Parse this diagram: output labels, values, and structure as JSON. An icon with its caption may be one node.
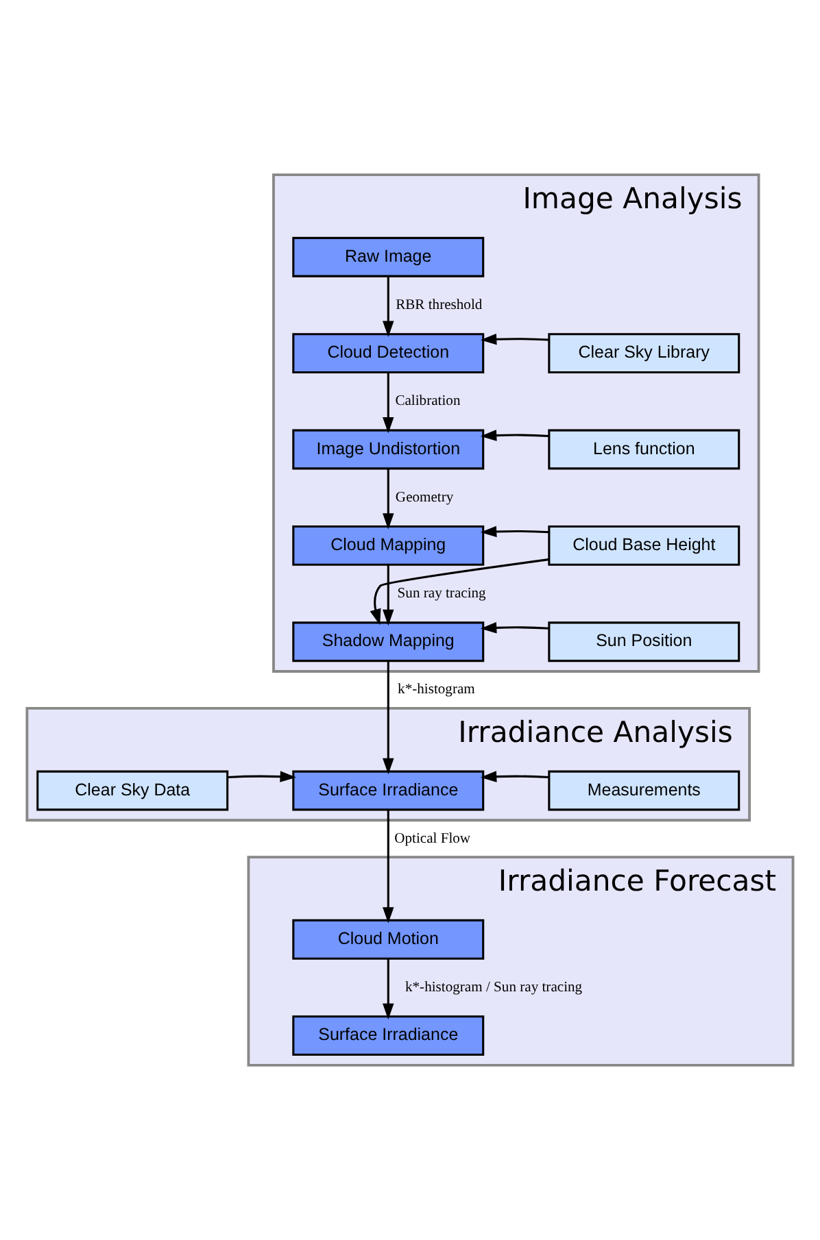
{
  "diagram": {
    "nodes": [
      {
        "text": [
          "Image Analysis"
        ]
      },
      {
        "text": [
          "Raw Image"
        ],
        "in": 0
      },
      {
        "text": [
          "Cloud Detection"
        ],
        "in": 0
      },
      {
        "text": [
          "Clear Sky Library"
        ],
        "in": 0
      },
      {
        "text": [
          "Image Undistortion"
        ],
        "in": 0
      },
      {
        "text": [
          "Lens function"
        ],
        "in": 0
      },
      {
        "text": [
          "Cloud Mapping"
        ],
        "in": 0
      },
      {
        "text": [
          "Cloud Base Height"
        ],
        "in": 0
      },
      {
        "text": [
          "Shadow Mapping"
        ],
        "in": 0
      },
      {
        "text": [
          "Sun Position"
        ],
        "in": 0
      },
      {
        "text": [
          "Irradiance Analysis"
        ]
      },
      {
        "text": [
          "Surface Irradiance"
        ],
        "in": 10
      },
      {
        "text": [
          "Measurements"
        ],
        "in": 10
      },
      {
        "text": [
          "Clear Sky Data"
        ],
        "in": 10
      },
      {
        "text": [
          "Irradiance Forecast"
        ]
      },
      {
        "text": [
          "Cloud Motion"
        ],
        "in": 14
      },
      {
        "text": [
          "Surface Irradiance"
        ],
        "in": 14
      }
    ],
    "edges": [
      {
        "from": 1,
        "to": 2,
        "arrow": "to",
        "label": "RBR threshold"
      },
      {
        "from": 3,
        "to": 2,
        "arrow": "to"
      },
      {
        "from": 2,
        "to": 4,
        "arrow": "to",
        "label": "Calibration"
      },
      {
        "from": 5,
        "to": 4,
        "arrow": "to"
      },
      {
        "from": 4,
        "to": 6,
        "arrow": "to",
        "label": "Geometry"
      },
      {
        "from": 7,
        "to": 6,
        "arrow": "to"
      },
      {
        "from": 6,
        "to": 8,
        "arrow": "to",
        "label": "Sun ray tracing"
      },
      {
        "from": 7,
        "to": 8,
        "arrow": "to"
      },
      {
        "from": 9,
        "to": 8,
        "arrow": "to"
      },
      {
        "from": 8,
        "to": 11,
        "arrow": "to",
        "label": "k*-histogram"
      },
      {
        "from": 12,
        "to": 11,
        "arrow": "to"
      },
      {
        "from": 13,
        "to": 11,
        "arrow": "to"
      },
      {
        "from": 11,
        "to": 15,
        "arrow": "to",
        "label": "Optical Flow"
      },
      {
        "from": 15,
        "to": 16,
        "arrow": "to",
        "label": "k*-histogram / Sun ray tracing"
      }
    ]
  }
}
